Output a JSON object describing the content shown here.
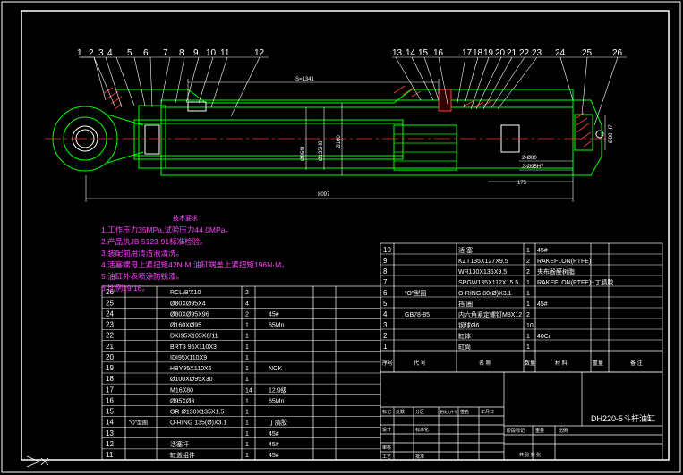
{
  "balloons": [
    "1",
    "2",
    "3",
    "4",
    "5",
    "6",
    "7",
    "8",
    "9",
    "10",
    "11",
    "12",
    "13",
    "14",
    "15",
    "16",
    "17",
    "18",
    "19",
    "20",
    "21",
    "22",
    "23",
    "24",
    "25",
    "26"
  ],
  "dimensions": {
    "stroke": "S=1341",
    "overall": "8097",
    "rod_dia": "Ø95f8",
    "bore_dia": "Ø135H8",
    "outer_dia": "Ø160",
    "bolt_dist": "175",
    "pin_top": "2-Ø80",
    "pin_bottom": "2-Ø95H7",
    "end_dim": "Ø80 H7"
  },
  "tech_notes": {
    "title": "技术要求",
    "lines": [
      "1.工作压力35MPa,试验压力44.0MPa。",
      "2.产品执JB 5123-91标准检验。",
      "3.装配前用清洁液清洗。",
      "4.活塞螺母上紧扭矩42N·M,油缸端盖上紧扭矩196N·M。",
      "5.油缸外表喷涂防锈漆。",
      "6.比例19/16。"
    ]
  },
  "parts_left": [
    {
      "no": "26",
      "code": "",
      "name": "RCL/B'X10",
      "qty": "2",
      "mat": "",
      "note": ""
    },
    {
      "no": "25",
      "code": "",
      "name": "Ø80XØ95X4",
      "qty": "4",
      "mat": "",
      "note": ""
    },
    {
      "no": "24",
      "code": "",
      "name": "Ø80XØ95X96",
      "qty": "2",
      "mat": "45#",
      "note": ""
    },
    {
      "no": "23",
      "code": "",
      "name": "Ø160XØ95",
      "qty": "1",
      "mat": "65Mn",
      "note": ""
    },
    {
      "no": "22",
      "code": "",
      "name": "DKI95X105X8/11",
      "qty": "1",
      "mat": "",
      "note": ""
    },
    {
      "no": "21",
      "code": "",
      "name": "BRT3 95X110X3",
      "qty": "1",
      "mat": "",
      "note": ""
    },
    {
      "no": "20",
      "code": "",
      "name": "IDI95X110X9",
      "qty": "1",
      "mat": "",
      "note": ""
    },
    {
      "no": "19",
      "code": "",
      "name": "HBY95X110X6",
      "qty": "1",
      "mat": "NOK",
      "note": ""
    },
    {
      "no": "18",
      "code": "",
      "name": "Ø100XØ95X30",
      "qty": "1",
      "mat": "",
      "note": ""
    },
    {
      "no": "17",
      "code": "",
      "name": "M16X80",
      "qty": "14",
      "mat": "12.9级",
      "note": ""
    },
    {
      "no": "16",
      "code": "",
      "name": "Ø95XØ3",
      "qty": "1",
      "mat": "65Mn",
      "note": ""
    },
    {
      "no": "15",
      "code": "",
      "name": "OR Ø130X135X1.5",
      "qty": "1",
      "mat": "",
      "note": ""
    },
    {
      "no": "14",
      "code": "\"O\"型圈",
      "name": "O-RING 135(Ø)X3.1",
      "qty": "1",
      "mat": "丁腈胶",
      "note": ""
    },
    {
      "no": "13",
      "code": "",
      "name": "",
      "qty": "1",
      "mat": "45#",
      "note": ""
    },
    {
      "no": "12",
      "code": "",
      "name": "活塞杆",
      "qty": "1",
      "mat": "45#",
      "note": ""
    },
    {
      "no": "11",
      "code": "",
      "name": "缸盖组件",
      "qty": "1",
      "mat": "45#",
      "note": ""
    }
  ],
  "parts_right": [
    {
      "no": "10",
      "code": "",
      "name": "活 塞",
      "qty": "1",
      "mat": "45#"
    },
    {
      "no": "9",
      "code": "",
      "name": "KZT135X127X9.5",
      "qty": "2",
      "mat": "RAKEFLON(PTFE)"
    },
    {
      "no": "8",
      "code": "",
      "name": "WR130X135X9.5",
      "qty": "2",
      "mat": "夹布酚醛树脂"
    },
    {
      "no": "7",
      "code": "",
      "name": "SPGW135X112X15.5",
      "qty": "1",
      "mat": "RAKEFLON(PTFE)+丁腈胶"
    },
    {
      "no": "6",
      "code": "\"O\"型圈",
      "name": "O-RING 80(Ø)X3.1",
      "qty": "1",
      "mat": ""
    },
    {
      "no": "5",
      "code": "",
      "name": "挡 圈",
      "qty": "1",
      "mat": "45#"
    },
    {
      "no": "4",
      "code": "GB78-85",
      "name": "内六角紧定螺钉M8X12",
      "qty": "2",
      "mat": ""
    },
    {
      "no": "3",
      "code": "",
      "name": "钢球Ø6",
      "qty": "10",
      "mat": ""
    },
    {
      "no": "2",
      "code": "",
      "name": "缸体",
      "qty": "1",
      "mat": "40Cr"
    },
    {
      "no": "1",
      "code": "",
      "name": "缸筒",
      "qty": "1",
      "mat": ""
    }
  ],
  "header_row": {
    "no": "序号",
    "code": "代 号",
    "name": "名 称",
    "qty": "数量",
    "mat": "材 料",
    "weight": "重量",
    "note": "备 注"
  },
  "title_block": {
    "drawing_name": "DH220-5斗杆油缸",
    "company": "",
    "rows": [
      "标记",
      "处数",
      "分区",
      "更改文件号",
      "签名",
      "年月日",
      "设计",
      "标准化",
      "审核",
      "工艺",
      "批准"
    ],
    "stage": "阶段标记",
    "weight": "重量",
    "scale": "比例",
    "sheet": "共 张 第 张"
  },
  "status_glyph": ">"
}
